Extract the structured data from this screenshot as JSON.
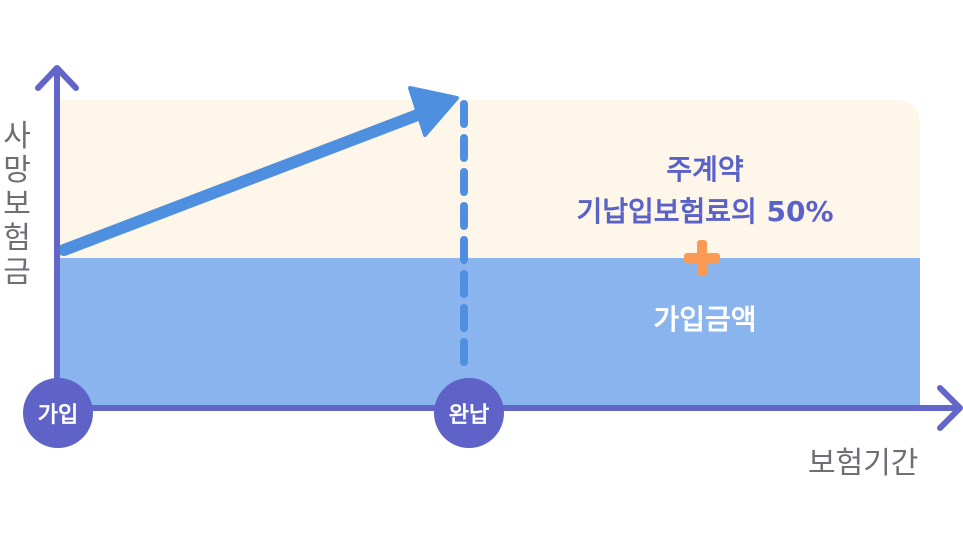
{
  "axes": {
    "y_label": "사망보험금",
    "x_label": "보험기간"
  },
  "areas": {
    "premium_line1": "주계약",
    "premium_line2": "기납입보험료의 50%",
    "amount": "가입금액"
  },
  "badges": {
    "join": "가입",
    "complete": "완납"
  },
  "colors": {
    "axis": "#6366c9",
    "arrow": "#4f8fe0",
    "amount_area": "#8ab4ee",
    "premium_area": "#fef6e9",
    "plus": "#f99a55",
    "badge": "#5f63c8",
    "premium_text": "#5a62c9"
  }
}
